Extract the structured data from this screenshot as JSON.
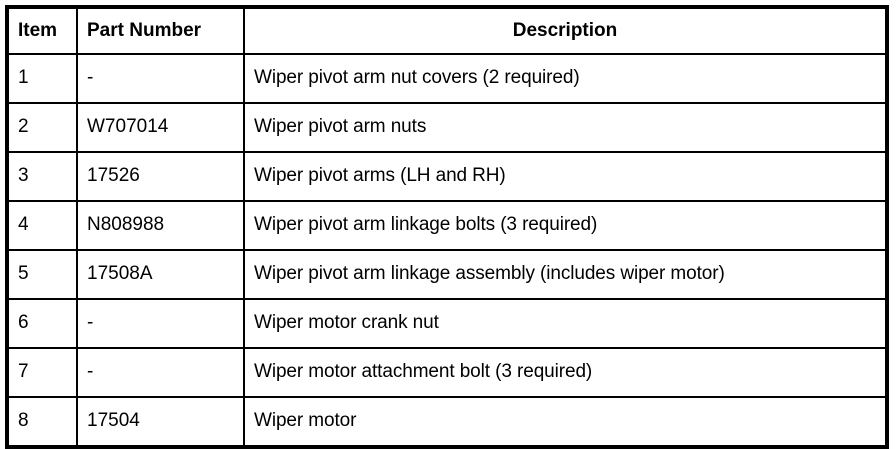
{
  "table": {
    "columns": [
      {
        "key": "item",
        "label": "Item"
      },
      {
        "key": "part_number",
        "label": "Part Number"
      },
      {
        "key": "description",
        "label": "Description"
      }
    ],
    "rows": [
      {
        "item": "1",
        "part_number": "-",
        "description": "Wiper pivot arm nut covers (2 required)"
      },
      {
        "item": "2",
        "part_number": "W707014",
        "description": "Wiper pivot arm nuts"
      },
      {
        "item": "3",
        "part_number": "17526",
        "description": "Wiper pivot arms (LH and RH)"
      },
      {
        "item": "4",
        "part_number": "N808988",
        "description": "Wiper pivot arm linkage bolts (3 required)"
      },
      {
        "item": "5",
        "part_number": "17508A",
        "description": "Wiper pivot arm linkage assembly (includes wiper motor)"
      },
      {
        "item": "6",
        "part_number": "-",
        "description": "Wiper motor crank nut"
      },
      {
        "item": "7",
        "part_number": "-",
        "description": "Wiper motor attachment bolt (3 required)"
      },
      {
        "item": "8",
        "part_number": "17504",
        "description": "Wiper motor"
      }
    ]
  },
  "colors": {
    "border": "#000000",
    "text": "#000000",
    "background": "#ffffff"
  }
}
